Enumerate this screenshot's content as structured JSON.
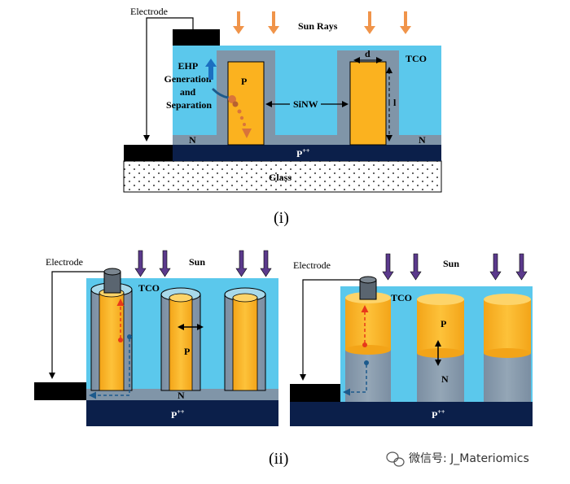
{
  "panel_i": {
    "electrode": "Electrode",
    "sun_rays": "Sun Rays",
    "tco": "TCO",
    "ehp": [
      "EHP",
      "Generation",
      "and",
      "Separation"
    ],
    "p_label": "P",
    "sinw": "SiNW",
    "d_label": "d",
    "l_label": "l",
    "n_left": "N",
    "n_right": "N",
    "pplus_base": "P",
    "pplus_sup": "++",
    "glass": "Glass"
  },
  "panel_ii_left": {
    "electrode": "Electrode",
    "sun": "Sun",
    "tco": "TCO",
    "p_label": "P",
    "n_label": "N",
    "pplus_base": "P",
    "pplus_sup": "++"
  },
  "panel_ii_right": {
    "electrode": "Electrode",
    "sun": "Sun",
    "tco": "TCO",
    "p_label": "P",
    "n_label": "N",
    "pplus_base": "P",
    "pplus_sup": "++"
  },
  "captions": {
    "i": "(i)",
    "ii": "(ii)"
  },
  "watermark": "微信号: J_Materiomics",
  "colors": {
    "tco": "#5bc8ec",
    "pcore": "#fbb21f",
    "nshell": "#8095a8",
    "substrate": "#0b1f4a",
    "electrode": "#000000",
    "sun_orange": "#f0944a",
    "sun_purple": "#5b3a8c",
    "arrow_red": "#e8381a",
    "arrow_blue": "#1c5a8c"
  }
}
